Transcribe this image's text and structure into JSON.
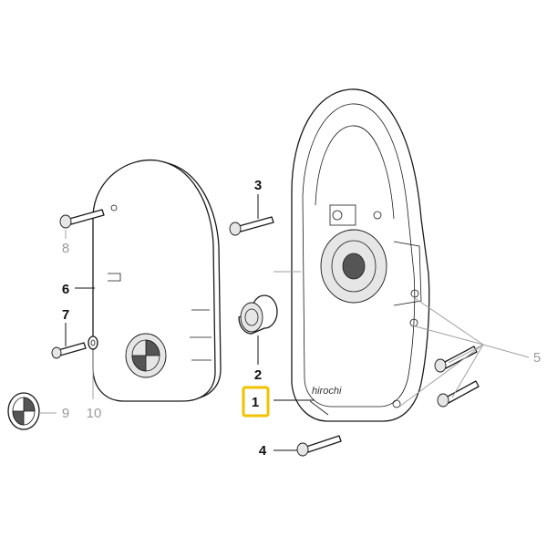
{
  "callouts": {
    "c1": "1",
    "c2": "2",
    "c3": "3",
    "c4": "4",
    "c5": "5",
    "c6": "6",
    "c7": "7",
    "c8": "8",
    "c9": "9",
    "c10": "10"
  },
  "watermark": "hirochi",
  "colors": {
    "highlight": "#f2c200",
    "line": "#111111",
    "grey_label": "#9a9a9a"
  }
}
